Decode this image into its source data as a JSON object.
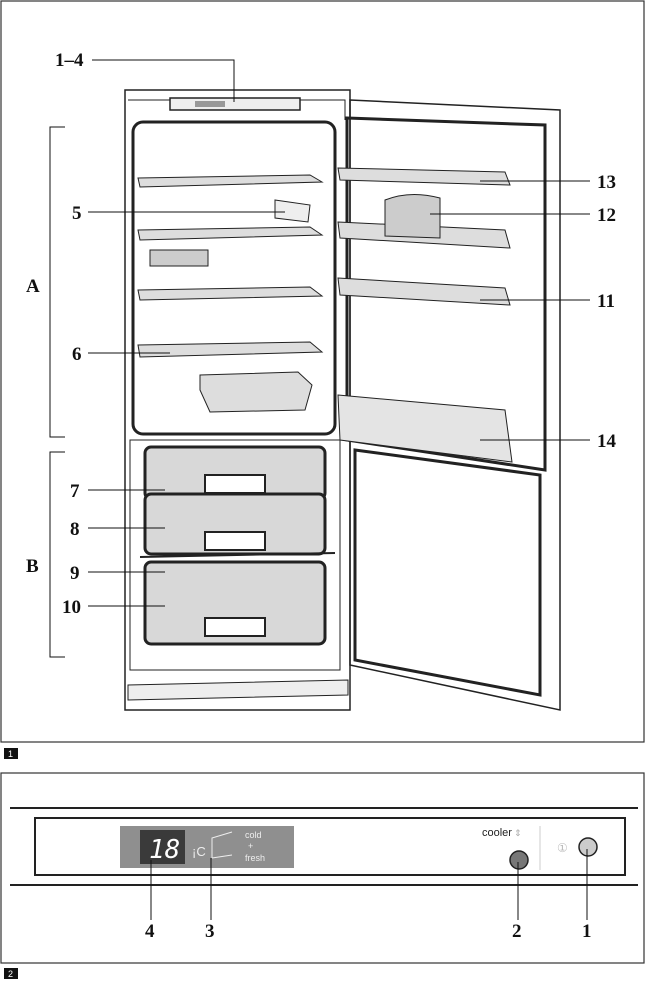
{
  "figure1": {
    "number": "1",
    "labels": {
      "controls": "1–4",
      "l5": "5",
      "A": "A",
      "l6": "6",
      "l7": "7",
      "l8": "8",
      "B": "B",
      "l9": "9",
      "l10": "10",
      "l11": "11",
      "l12": "12",
      "l13": "13",
      "l14": "14"
    }
  },
  "figure2": {
    "number": "2",
    "display_value": "18",
    "unit": "¡C",
    "cold": "cold",
    "plus": "+",
    "fresh": "fresh",
    "cooler": "cooler",
    "labels": {
      "l4": "4",
      "l3": "3",
      "l2": "2",
      "l1": "1"
    }
  }
}
